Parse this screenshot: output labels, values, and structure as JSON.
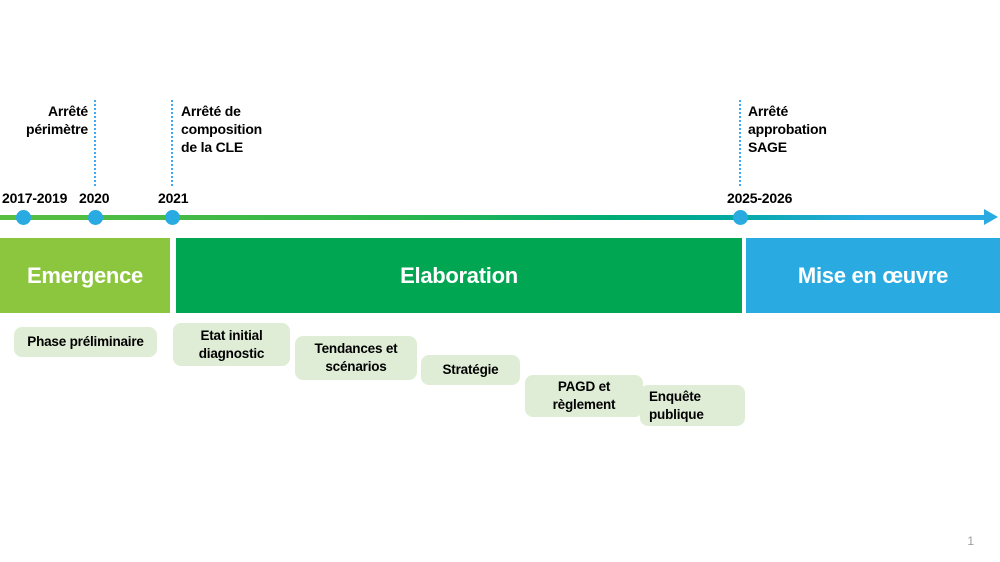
{
  "annotations": [
    {
      "id": "arrete-perimetre",
      "text": "Arrêté\npérimètre"
    },
    {
      "id": "arrete-composition-cle",
      "text": "Arrêté de\ncomposition\nde la CLE"
    },
    {
      "id": "arrete-approbation-sage",
      "text": "Arrêté\napprobation\nSAGE"
    }
  ],
  "timeline": {
    "dates": [
      "2017-2019",
      "2020",
      "2021",
      "2025-2026"
    ]
  },
  "phases": [
    {
      "label": "Emergence",
      "color": "#8CC63E"
    },
    {
      "label": "Elaboration",
      "color": "#00A651"
    },
    {
      "label": "Mise en œuvre",
      "color": "#29ABE2"
    }
  ],
  "steps": [
    {
      "label": "Phase préliminaire"
    },
    {
      "label": "Etat initial\ndiagnostic"
    },
    {
      "label": "Tendances et\nscénarios"
    },
    {
      "label": "Stratégie"
    },
    {
      "label": "PAGD et\nrèglement"
    },
    {
      "label": "Enquête\npublique"
    }
  ],
  "page": {
    "number": "1"
  },
  "colors": {
    "phase_emergence": "#8CC63E",
    "phase_elaboration": "#00A651",
    "phase_mise_en_oeuvre": "#29ABE2",
    "timeline_green": "#2CB64B",
    "timeline_teal": "#00A99D",
    "timeline_blue": "#29ABE2",
    "dot_blue": "#29ABE2",
    "dotted_marker_blue": "#3FA9F5",
    "step_background": "#E0EDD6",
    "text": "#000000",
    "page_number_gray": "#9E9E9E"
  }
}
